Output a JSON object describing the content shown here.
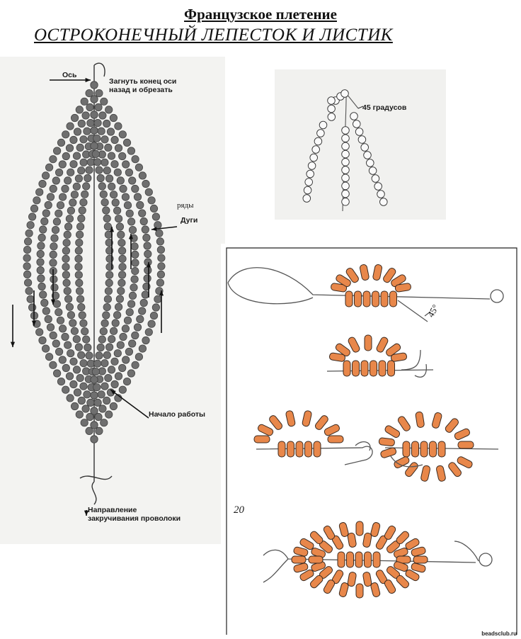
{
  "title": "Французское плетение",
  "subtitle": "ОСТРОКОНЕЧНЫЙ  ЛЕПЕСТОК И ЛИСТИК",
  "left_panel": {
    "axis_label": "Ось",
    "fold_note_line1": "Загнуть конец оси",
    "fold_note_line2": "назад и обрезать",
    "rows_label": "ряды",
    "arcs_label": "Дуги",
    "start_label": "Начало работы",
    "direction_line1": "Направление",
    "direction_line2": "закручивания проволоки"
  },
  "top_right_panel": {
    "angle_label": "45 градусов"
  },
  "bottom_right_panel": {
    "angle_mark": "45°",
    "figure_number": "20"
  },
  "watermark": "beadsclub.ru",
  "colors": {
    "bead_gray": "#6f6f6f",
    "bead_orange": "#e8874a",
    "bead_outline": "#3a2a20",
    "wire": "#555555"
  }
}
